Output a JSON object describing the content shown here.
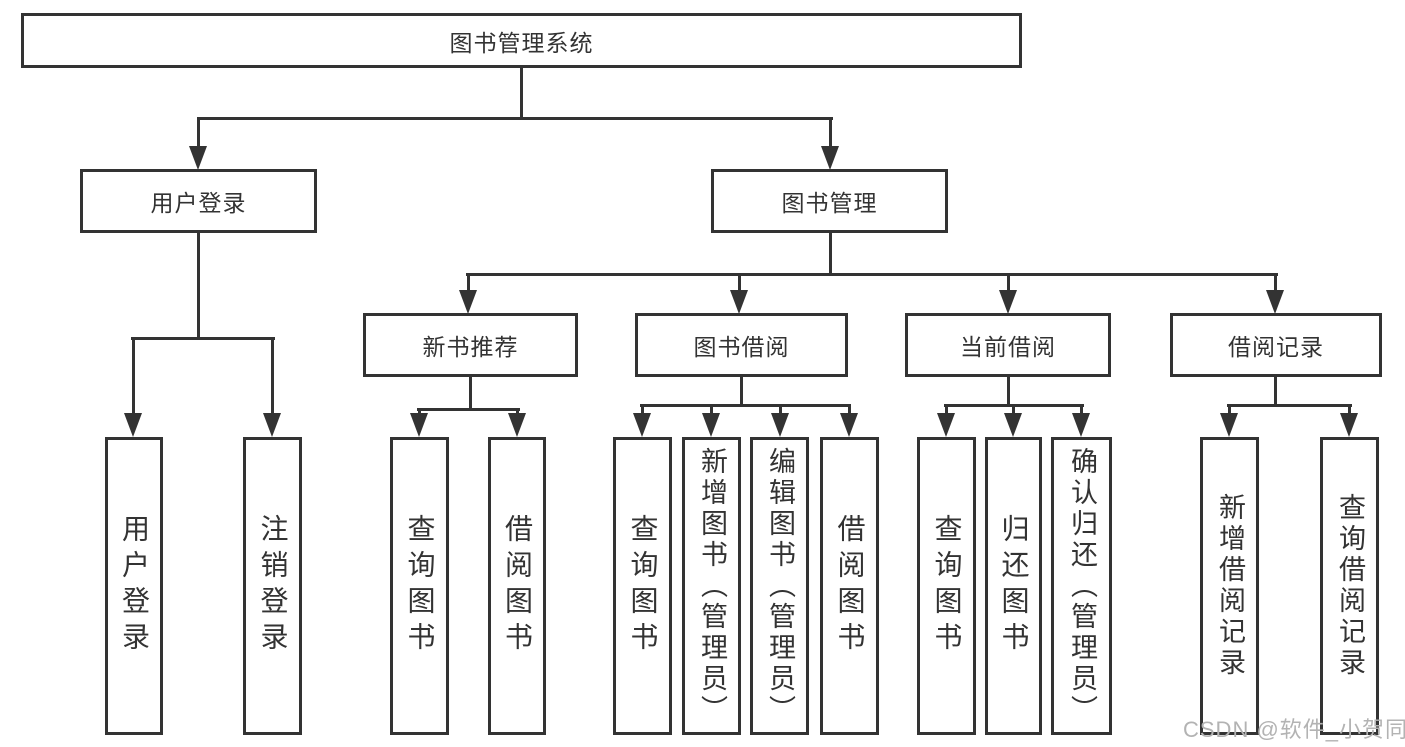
{
  "diagram": {
    "root": {
      "label": "图书管理系统"
    },
    "branches": [
      {
        "label": "用户登录",
        "children": [
          {
            "label": "用户登录"
          },
          {
            "label": "注销登录"
          }
        ]
      },
      {
        "label": "图书管理",
        "children": [
          {
            "label": "新书推荐",
            "children": [
              {
                "label": "查询图书"
              },
              {
                "label": "借阅图书"
              }
            ]
          },
          {
            "label": "图书借阅",
            "children": [
              {
                "label": "查询图书"
              },
              {
                "label": "新增图书（管理员）"
              },
              {
                "label": "编辑图书（管理员）"
              },
              {
                "label": "借阅图书"
              }
            ]
          },
          {
            "label": "当前借阅",
            "children": [
              {
                "label": "查询图书"
              },
              {
                "label": "归还图书"
              },
              {
                "label": "确认归还（管理员）"
              }
            ]
          },
          {
            "label": "借阅记录",
            "children": [
              {
                "label": "新增借阅记录"
              },
              {
                "label": "查询借阅记录"
              }
            ]
          }
        ]
      }
    ],
    "watermark": "CSDN @软件_小贺同学",
    "colors": {
      "line": "#333333",
      "text": "#333333",
      "watermark": "#b3b3b3",
      "background": "#ffffff"
    }
  }
}
